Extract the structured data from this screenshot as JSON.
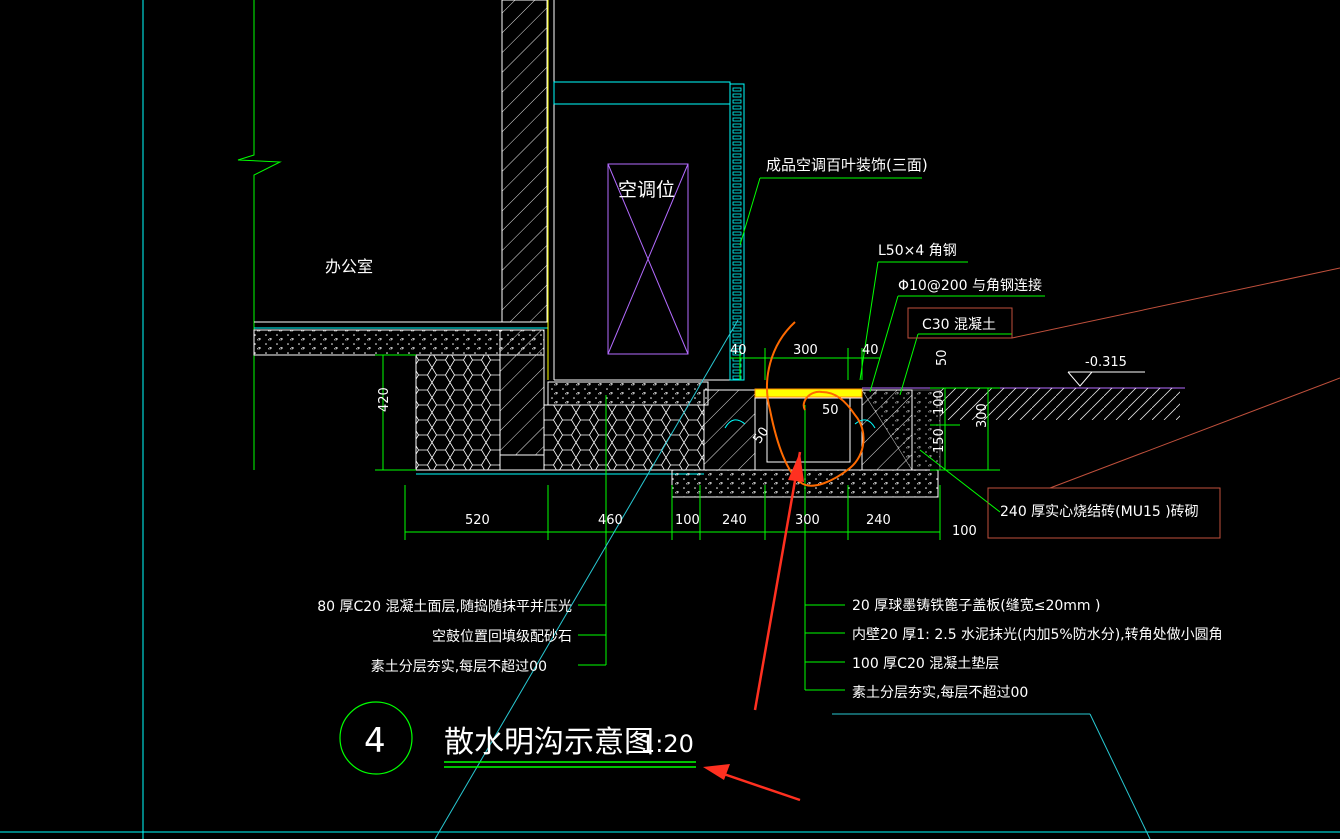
{
  "drawing": {
    "room_label": "办公室",
    "ac_label": "空调位",
    "callouts": {
      "louver": "成品空调百叶装饰(三面)",
      "angle_steel": "L50×4   角钢",
      "rebar": "Φ10@200   与角钢连接",
      "concrete": "C30  混凝土",
      "brick": "240  厚实心烧结砖(MU15  )砖砌",
      "elevation": "-0.315"
    },
    "dimensions": {
      "h420": "420",
      "d40a": "40",
      "d300top": "300",
      "d40b": "40",
      "d50a": "50",
      "d50b": "50",
      "d50c": "50",
      "d100v": "100",
      "d150v": "150",
      "d300v": "300",
      "b520": "520",
      "b460": "460",
      "b100": "100",
      "b240a": "240",
      "b300": "300",
      "b240b": "240",
      "b100b": "100"
    },
    "notes_left": [
      "80 厚C20  混凝土面层,随捣随抹平并压光",
      "空鼓位置回填级配砂石",
      "素土分层夯实,每层不超过00"
    ],
    "notes_right": [
      "20 厚球墨铸铁篦子盖板(缝宽≤20mm    )",
      "内壁20 厚1: 2.5  水泥抹光(内加5%防水分),转角处做小圆角",
      "100  厚C20  混凝土垫层",
      "素土分层夯实,每层不超过00"
    ],
    "detail_number": "4",
    "title": "散水明沟示意图",
    "scale": "1:20"
  },
  "colors": {
    "background": "#000000",
    "white": "#ffffff",
    "green": "#00ff00",
    "cyan": "#00ffff",
    "magenta": "#b36bff",
    "yellow": "#ffff00",
    "orange": "#ff6a00",
    "red": "#ff3020",
    "brown": "#c0503c",
    "teal": "#28c8d2"
  }
}
